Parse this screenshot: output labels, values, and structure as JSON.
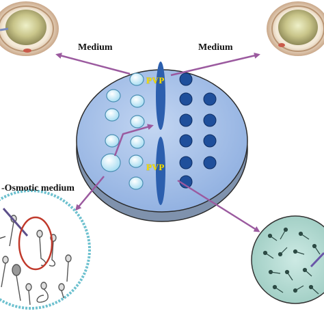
{
  "labels": {
    "medium_left": "Medium",
    "medium_right": "Medium",
    "osmotic": "-Osmotic medium",
    "pvp_top": "PVP",
    "pvp_bottom": "PVP"
  },
  "colors": {
    "dish_fill": "#a9c3ea",
    "dish_rim": "#7f92ad",
    "dish_outline": "#2a2a2a",
    "light_drop": "#cfeefa",
    "light_drop_stroke": "#4a8fb3",
    "dark_drop": "#1f4f9b",
    "pvp_bar": "#2c5fae",
    "pvp_text": "#ffe400",
    "arrow": "#9b5a9f",
    "oval_red": "#c0392b",
    "green_bg": "#b9dfd7"
  },
  "icons": {
    "oocyte": "oocyte-icon",
    "sperm": "sperm-icon"
  }
}
